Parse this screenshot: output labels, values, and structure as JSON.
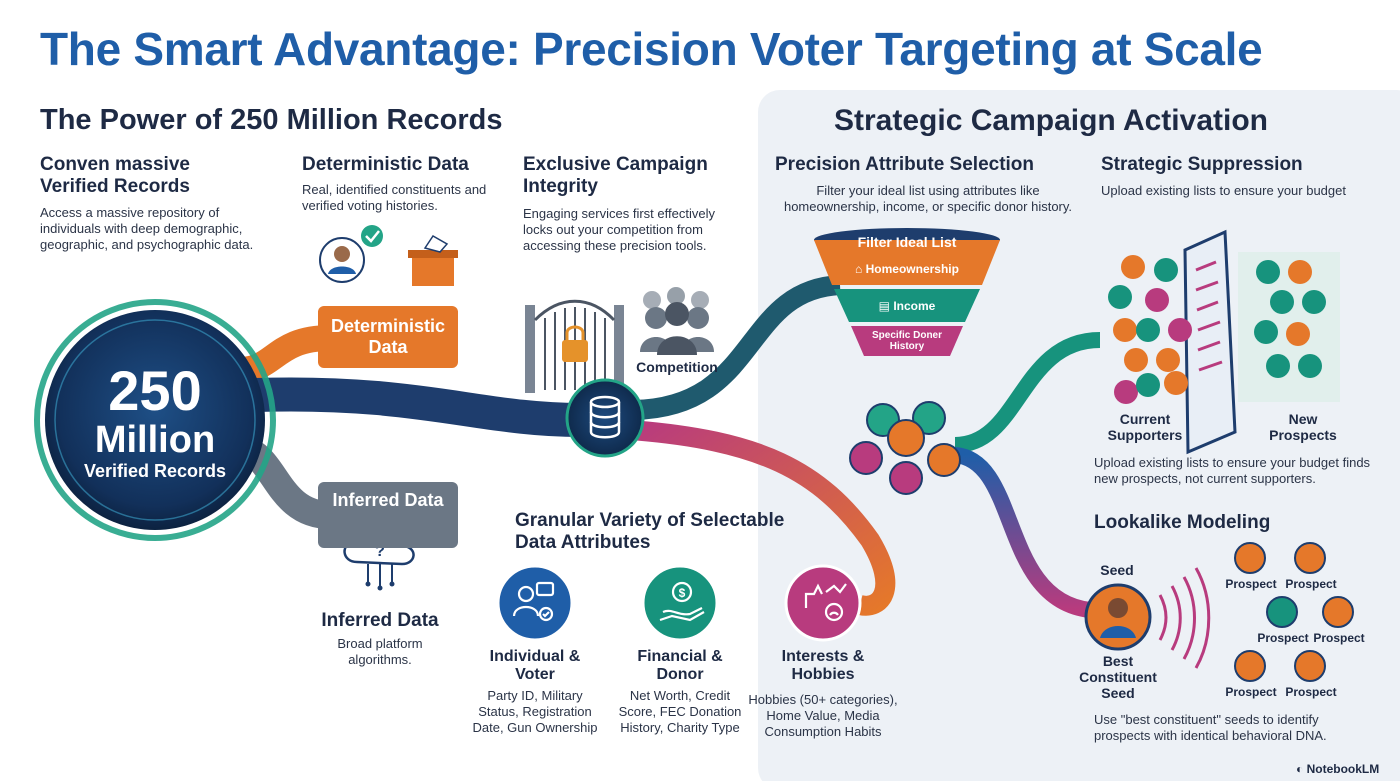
{
  "title": "The Smart Advantage: Precision Voter Targeting at Scale",
  "left_panel": {
    "heading": "The Power of 250 Million Records",
    "col1": {
      "title": "Conven massive Verified Records",
      "text": "Access a massive repository of individuals with deep demographic, geographic, and psychographic data."
    },
    "col2": {
      "title": "Deterministic Data",
      "text": "Real, identified constituents and verified voting histories."
    },
    "col3": {
      "title": "Exclusive Campaign Integrity",
      "text": "Engaging services first effectively locks out your competition from accessing these precision tools."
    },
    "hub": {
      "number": "250",
      "unit": "Million",
      "caption": "Verified Records"
    },
    "deterministic_pill": "Deterministic Data",
    "inferred_pill": "Inferred Data",
    "competition_label": "Competition",
    "inferred": {
      "title": "Inferred Data",
      "text": "Broad platform algorithms."
    },
    "attributes_title": "Granular Variety of Selectable Data Attributes",
    "attributes": [
      {
        "title": "Individual & Voter",
        "text": "Party ID, Military Status, Registration Date, Gun Ownership",
        "color": "#1f5ea8"
      },
      {
        "title": "Financial & Donor",
        "text": "Net Worth, Credit Score, FEC Donation History, Charity Type",
        "color": "#17937d"
      },
      {
        "title": "Interests & Hobbies",
        "text": "Hobbies (50+ categories), Home Value, Media Consumption Habits",
        "color": "#b83b7e"
      }
    ]
  },
  "right_panel": {
    "heading": "Strategic Campaign Activation",
    "precision": {
      "title": "Precision Attribute Selection",
      "text": "Filter your ideal list using attributes like homeownership, income, or specific donor history."
    },
    "funnel": {
      "top": "Filter Ideal List",
      "layer1": "Homeownership",
      "layer2": "Income",
      "layer3": "Specific Doner History"
    },
    "suppression": {
      "title": "Strategic Suppression",
      "text": "Upload existing lists to ensure your budget",
      "current_label": "Current Supporters",
      "new_label": "New Prospects",
      "bottom_text": "Upload existing lists to ensure your budget finds new prospects, not current supporters."
    },
    "lookalike": {
      "title": "Lookalike Modeling",
      "seed_label": "Seed",
      "best_label": "Best Constituent Seed",
      "prospect_label": "Prospect",
      "text": "Use \"best constituent\" seeds to identify prospects with identical behavioral DNA."
    }
  },
  "brand": "NotebookLM",
  "colors": {
    "title_blue": "#1f5ea8",
    "orange": "#e5782a",
    "teal": "#17937d",
    "magenta": "#b83b7e",
    "gray": "#6b7785",
    "panel": "#edf1f6"
  }
}
